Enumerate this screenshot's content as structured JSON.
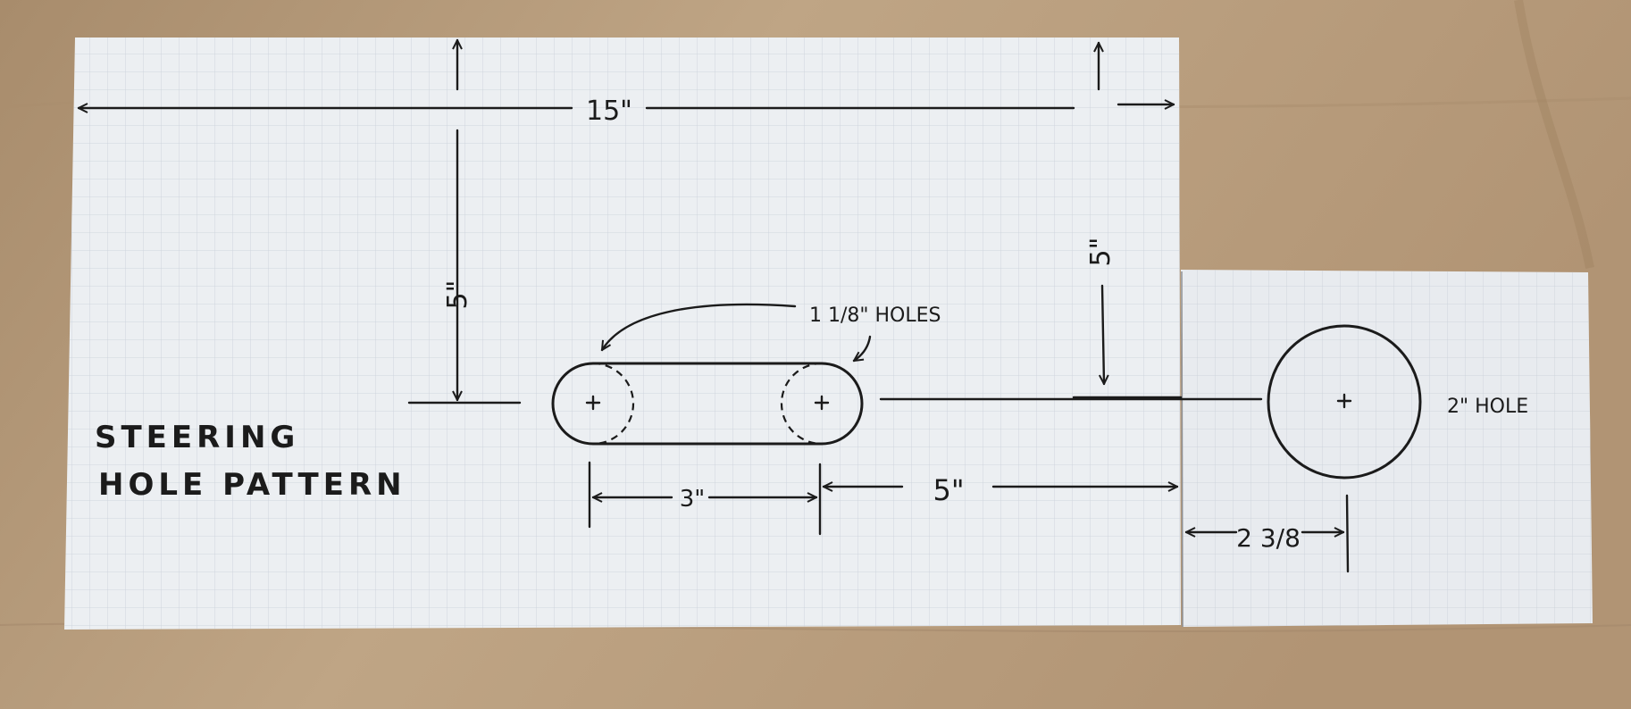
{
  "title": [
    "STEERING",
    "HOLE PATTERN"
  ],
  "dimensions": {
    "overall_width": "15\"",
    "left_height": "5\"",
    "right_height": "5\"",
    "slot_spacing": "3\"",
    "slot_to_edge": "5\"",
    "edge_to_hole": "2 3/8"
  },
  "callouts": {
    "small_holes": "1 1/8\" HOLES",
    "large_hole": "2\" HOLE"
  },
  "colors": {
    "table": "#b59a7a",
    "paper": "#eceff2",
    "grid": "#c9d0d8",
    "ink": "#1b1b1b"
  }
}
